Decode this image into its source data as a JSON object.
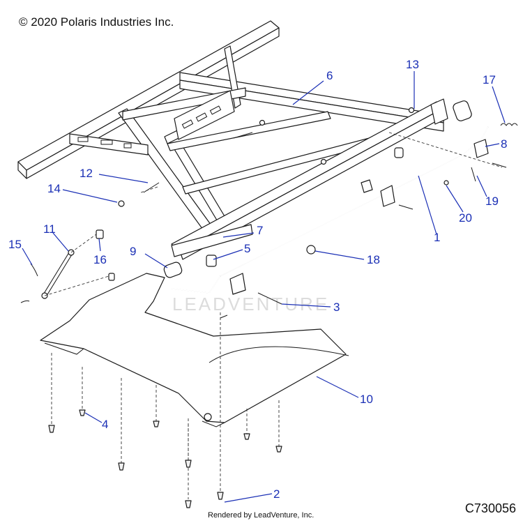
{
  "header": {
    "copyright": "© 2020 Polaris Industries Inc."
  },
  "footer": {
    "rendered_by": "Rendered by LeadVenture, Inc.",
    "diagram_code": "C730056"
  },
  "watermark": {
    "text": "LEADVENTURE"
  },
  "callouts": {
    "c1": "1",
    "c2": "2",
    "c3": "3",
    "c4": "4",
    "c5": "5",
    "c6": "6",
    "c7": "7",
    "c8": "8",
    "c9": "9",
    "c10": "10",
    "c11": "11",
    "c12": "12",
    "c13": "13",
    "c14": "14",
    "c15": "15",
    "c16": "16",
    "c17": "17",
    "c18": "18",
    "c19": "19",
    "c20": "20"
  },
  "colors": {
    "callout": "#1a2fb5",
    "line": "#1a1a1a"
  }
}
